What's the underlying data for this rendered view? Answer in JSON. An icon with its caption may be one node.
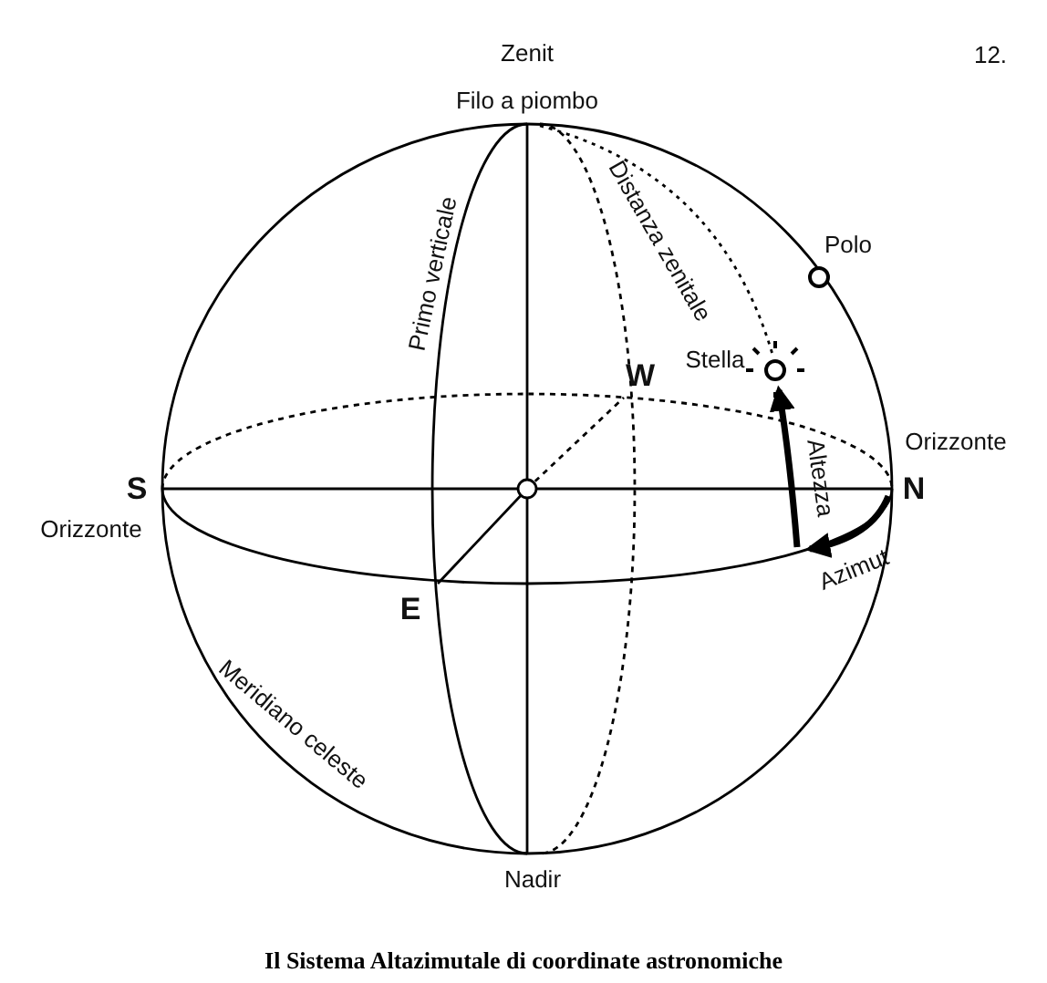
{
  "diagram": {
    "caption": "Il Sistema Altazimutale di coordinate astronomiche",
    "labels": [
      "12.",
      "Zenit",
      "Filo a piombo",
      "Distanza zenitale",
      "Primo verticale",
      "Polo",
      "Stella",
      "W",
      "Orizzonte",
      "S",
      "N",
      "Altezza",
      "Orizzonte",
      "Azimut",
      "E",
      "Meridiano celeste",
      "Nadir"
    ]
  }
}
